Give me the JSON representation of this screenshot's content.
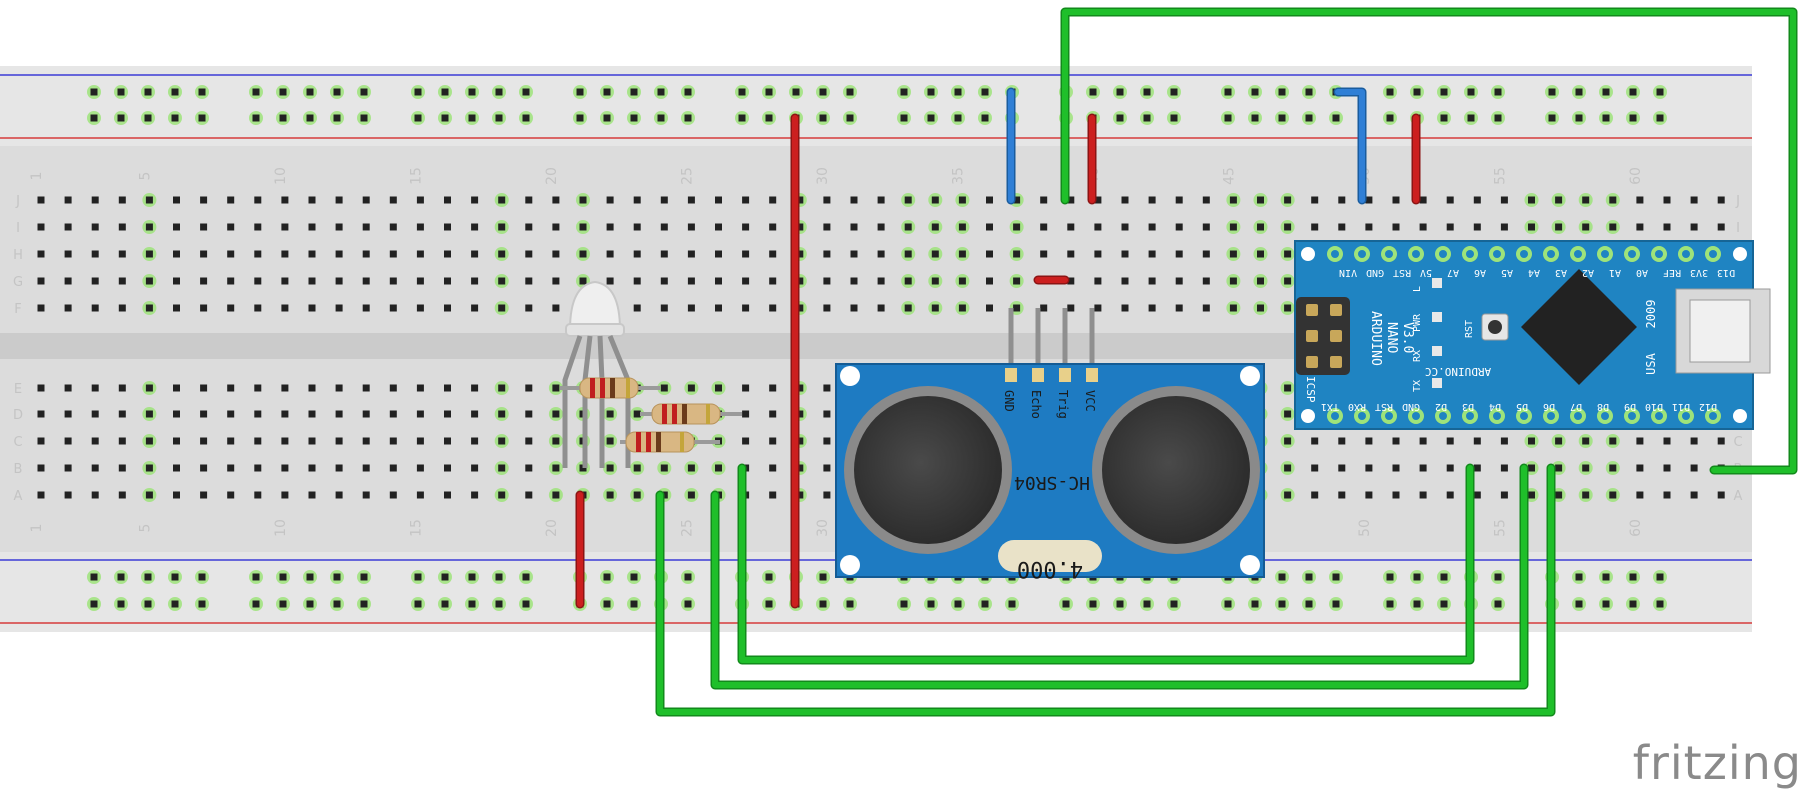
{
  "breadboard": {
    "column_numbers": [
      "1",
      "5",
      "10",
      "15",
      "20",
      "25",
      "30",
      "35",
      "40",
      "45",
      "50",
      "55",
      "60"
    ],
    "row_letters_top": [
      "J",
      "I",
      "H",
      "G",
      "F"
    ],
    "row_letters_bottom": [
      "E",
      "D",
      "C",
      "B",
      "A"
    ]
  },
  "sensor": {
    "model": "HC-SR04",
    "crystal": "4.000",
    "pins": [
      "GND",
      "Echo",
      "Trig",
      "VCC"
    ]
  },
  "arduino": {
    "name": "ARDUINO\nNANO\nV3.0",
    "site": "ARDUINO.CC",
    "year": "2009",
    "country": "USA",
    "icsp": "ICSP",
    "rst_button": "RST",
    "leds": [
      "L",
      "PWR",
      "RX",
      "TX"
    ],
    "top_pins": [
      "VIN",
      "GND",
      "RST",
      "5V",
      "A7",
      "A6",
      "A5",
      "A4",
      "A3",
      "A2",
      "A1",
      "A0",
      "REF",
      "3V3",
      "D13"
    ],
    "bottom_pins": [
      "TX1",
      "RX0",
      "RST",
      "GND",
      "D2",
      "D3",
      "D4",
      "D5",
      "D6",
      "D7",
      "D8",
      "D9",
      "D10",
      "D11",
      "D12"
    ]
  },
  "colors": {
    "wire_green": "#1fbf2a",
    "wire_red": "#cc1f1f",
    "wire_blue": "#2f7fd6",
    "sensor_blue": "#1e7bc2",
    "arduino_blue": "#1f84c2"
  },
  "watermark": "fritzing"
}
